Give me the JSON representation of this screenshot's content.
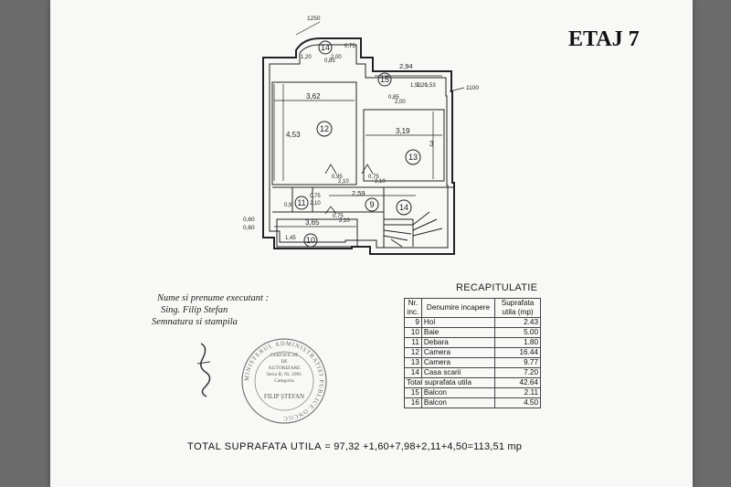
{
  "page": {
    "floor_title": "ETAJ 7"
  },
  "floorplan": {
    "dimensions": {
      "d_1250": "1250",
      "d_1100": "1100",
      "d_120": "1,20",
      "d_085a": "0,85",
      "d_200a": "2,00",
      "d_075top": "0,75",
      "d_294": "2,94",
      "d_150": "1,50",
      "d_120b": "1,20",
      "d_153": "1,53",
      "d_362": "3,62",
      "d_085b": "0,85",
      "d_200b": "2,00",
      "d_453": "4,53",
      "d_319": "3,19",
      "d_3": "3",
      "d_095": "0,95",
      "d_210a": "2,10",
      "d_075b": "0,75",
      "d_210b": "2,10",
      "d_075c": "0,75",
      "d_210c": "2,10",
      "d_259": "2,59",
      "d_09": "0,9",
      "d_075d": "0,75",
      "d_210d": "2,10",
      "d_060a": "0,60",
      "d_060b": "0,60",
      "d_365": "3,65",
      "d_145": "1,45"
    },
    "rooms": {
      "r9": "9",
      "r10": "10",
      "r11": "11",
      "r12": "12",
      "r13": "13",
      "r14": "14",
      "r14b": "14",
      "r15": "15"
    }
  },
  "executant": {
    "heading": "Nume si prenume executant :",
    "name": "Sing. Filip Stefan",
    "sign_label": "Semnatura si stampila"
  },
  "stamp": {
    "ring_text": "MINISTERUL ADMINISTRATIEI PUBLICE ONCGC",
    "cert_line1": "CERTIFICAT",
    "cert_line2": "DE",
    "cert_line3": "AUTORIZARE",
    "cert_line4": "Seria B, Nr. 2091",
    "cert_line5": "Categoria",
    "holder": "FILIP ȘTEFAN"
  },
  "recap": {
    "title": "RECAPITULATIE",
    "headers": {
      "nr": "Nr. inc.",
      "name": "Denumire incapere",
      "area": "Suprafata utila (mp)"
    },
    "rows": [
      {
        "nr": "9",
        "name": "Hol",
        "area": "2.43"
      },
      {
        "nr": "10",
        "name": "Baie",
        "area": "5.00"
      },
      {
        "nr": "11",
        "name": "Debara",
        "area": "1.80"
      },
      {
        "nr": "12",
        "name": "Camera",
        "area": "16.44"
      },
      {
        "nr": "13",
        "name": "Camera",
        "area": "9.77"
      },
      {
        "nr": "14",
        "name": "Casa scarii",
        "area": "7.20"
      }
    ],
    "total": {
      "label": "Total suprafata utila",
      "area": "42.64"
    },
    "balcony_rows": [
      {
        "nr": "15",
        "name": "Balcon",
        "area": "2.11"
      },
      {
        "nr": "16",
        "name": "Balcon",
        "area": "4.50"
      }
    ]
  },
  "footer": {
    "label": "TOTAL SUPRAFATA UTILA",
    "formula": "= 97,32  +1,60+7,98+2,11+4,50=113,51 mp"
  }
}
